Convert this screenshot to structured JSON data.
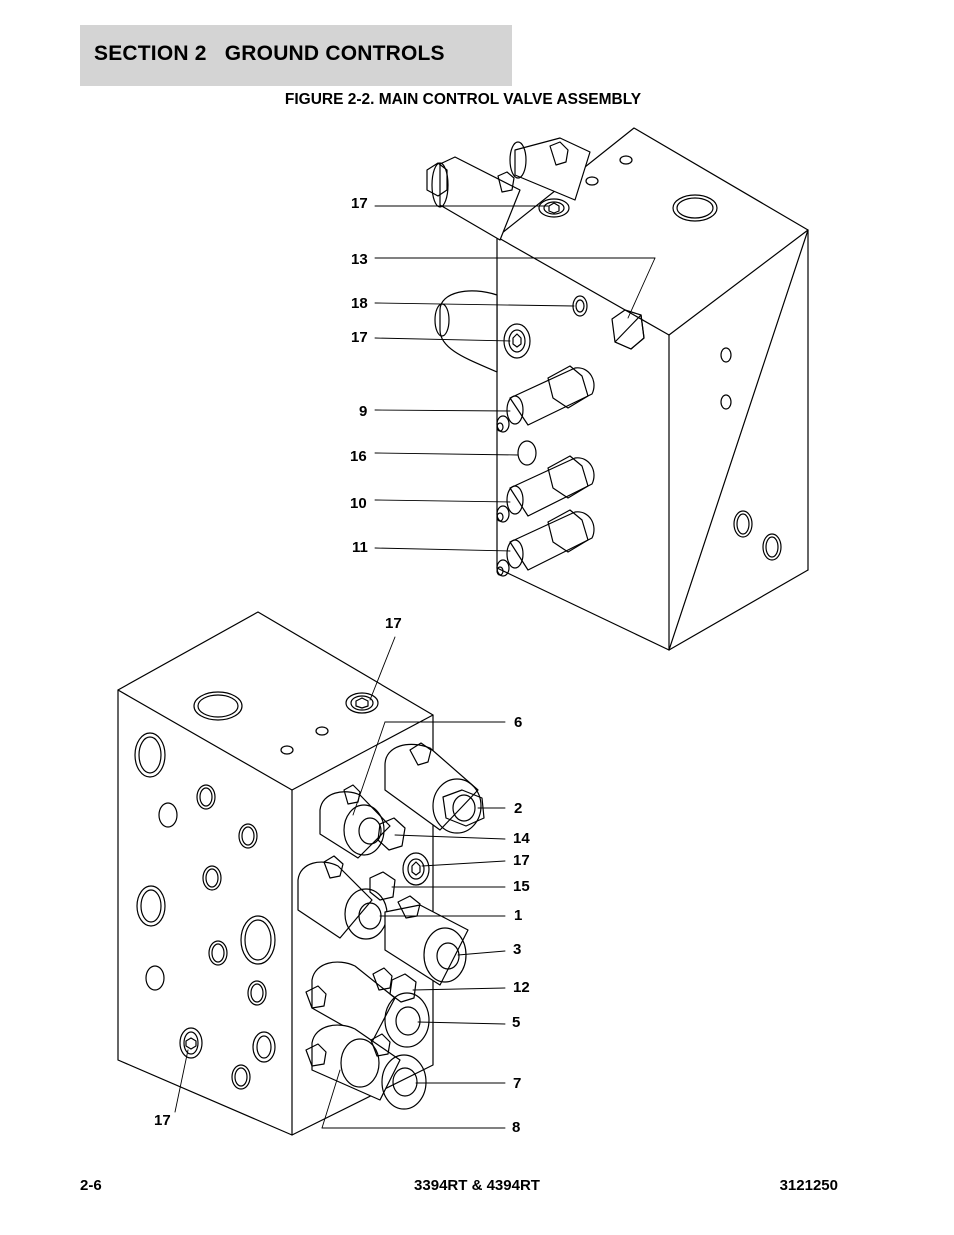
{
  "header": {
    "section_title": "SECTION 2   GROUND CONTROLS"
  },
  "figure": {
    "title": "FIGURE 2-2. MAIN CONTROL VALVE ASSEMBLY",
    "callouts_upper": [
      "17",
      "13",
      "18",
      "17",
      "9",
      "16",
      "10",
      "11"
    ],
    "callouts_lower": [
      "17",
      "6",
      "2",
      "14",
      "17",
      "15",
      "1",
      "3",
      "12",
      "5",
      "7",
      "8",
      "17"
    ]
  },
  "footer": {
    "page_number": "2-6",
    "model": "3394RT & 4394RT",
    "doc_number": "3121250"
  }
}
